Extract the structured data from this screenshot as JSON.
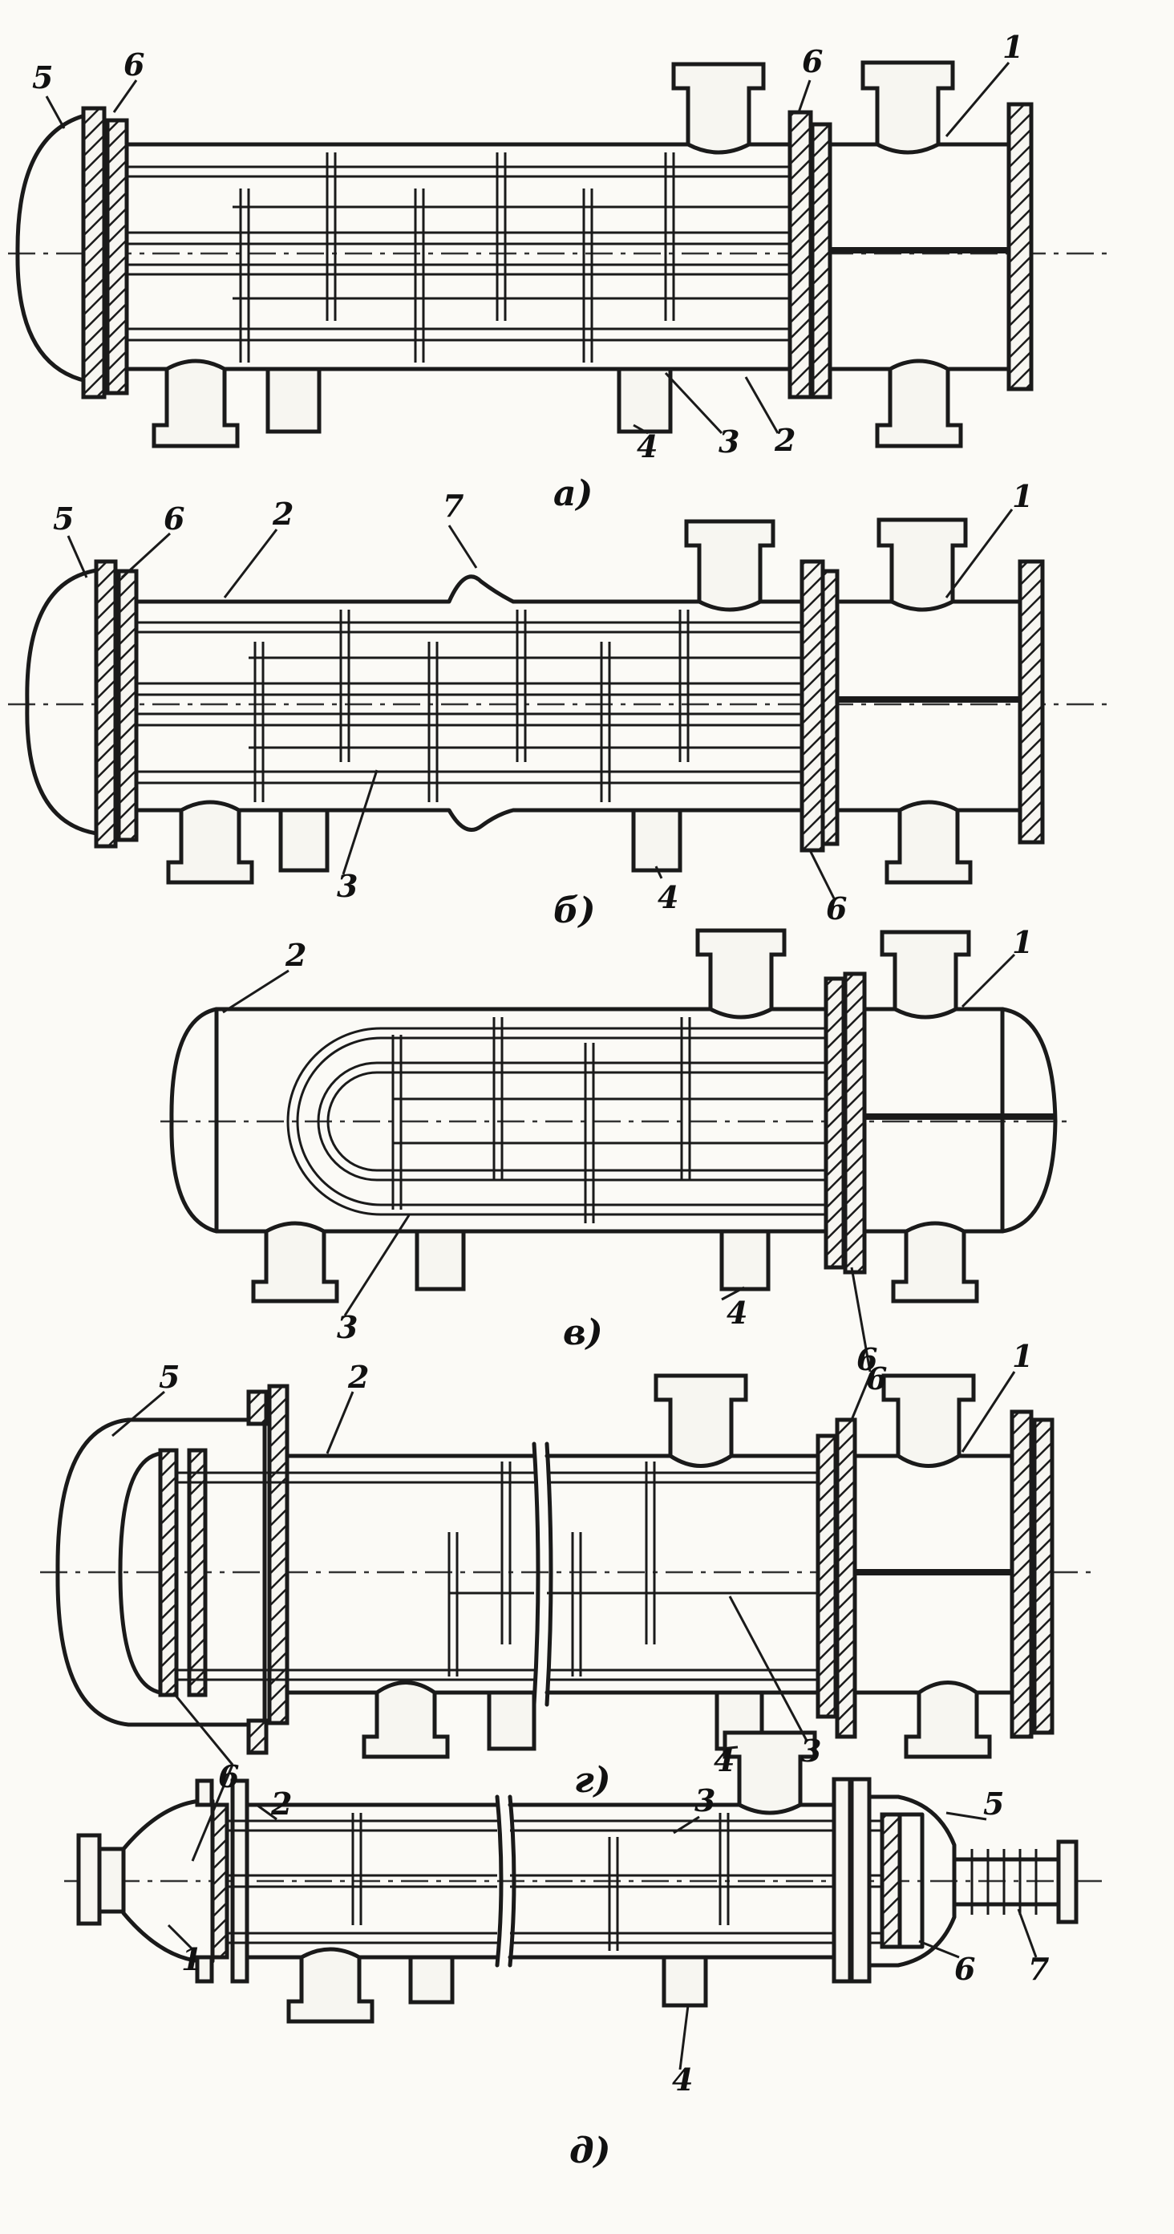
{
  "figure": {
    "views": [
      {
        "caption": "а)",
        "labels": {
          "head": "5",
          "flange_left": "6",
          "flange_right": "6",
          "chamber": "1",
          "support": "4",
          "tubes": "3",
          "shell": "2"
        }
      },
      {
        "caption": "б)",
        "labels": {
          "head": "5",
          "flange_left": "6",
          "shell": "2",
          "compensator": "7",
          "chamber": "1",
          "tubes": "3",
          "support": "4",
          "flange_right": "6"
        }
      },
      {
        "caption": "в)",
        "labels": {
          "shell": "2",
          "chamber": "1",
          "tubes": "3",
          "support": "4",
          "sheet": "6"
        }
      },
      {
        "caption": "г)",
        "labels": {
          "head": "5",
          "shell": "2",
          "sheet": "6",
          "chamber": "1",
          "support": "4",
          "tubes": "3",
          "floating_head": "6"
        }
      },
      {
        "caption": "д)",
        "labels": {
          "shell": "2",
          "tubes": "3",
          "head": "5",
          "floating_head": "6",
          "chamber": "1",
          "compensator": "7",
          "support": "4"
        }
      }
    ]
  }
}
